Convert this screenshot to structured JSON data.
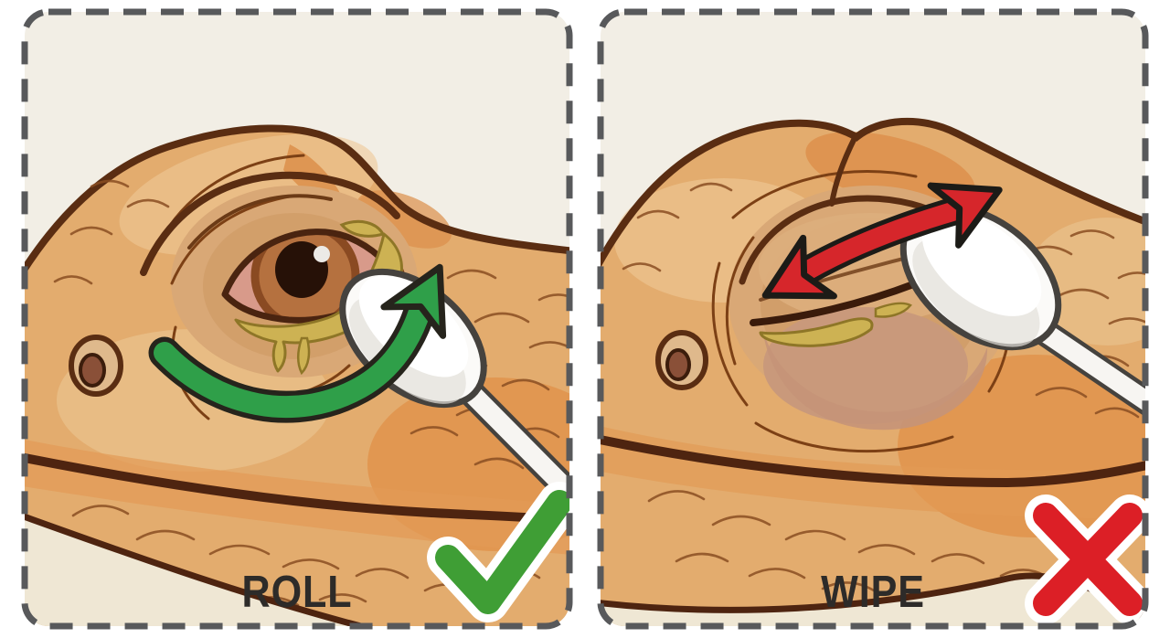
{
  "panels": [
    {
      "id": "roll",
      "label": "ROLL",
      "badge_icon": "checkmark-icon",
      "badge_color": "#3f9e35",
      "arrow_icon": "roll-arrow-icon",
      "arrow_style": "curved-single-head",
      "arrow_color": "#2f9f49",
      "illustration": "bearded-dragon-open-eye-with-cotton-swab"
    },
    {
      "id": "wipe",
      "label": "WIPE",
      "badge_icon": "cross-icon",
      "badge_color": "#dc1f26",
      "arrow_icon": "wipe-arrow-icon",
      "arrow_style": "straight-double-head",
      "arrow_color": "#d6262b",
      "illustration": "bearded-dragon-closed-eye-with-cotton-swab"
    }
  ],
  "colors": {
    "page_background": "#ffffff",
    "panel_background": "#f2eee5",
    "dashed_border": "#58595b",
    "skin_base": "#e3ac6e",
    "skin_light": "#eec896",
    "skin_orange": "#dc8f4a",
    "outline_brown": "#5a2d12",
    "jaw_cream": "#efe7d4",
    "eye_crust_yellow": "#cdb253",
    "swab_white": "#fbfaf8",
    "label_text": "#2d2b29",
    "roll_arrow_green": "#2f9f49",
    "check_green": "#3f9e35",
    "wipe_arrow_red": "#d6262b",
    "cross_red": "#dc1f26"
  }
}
